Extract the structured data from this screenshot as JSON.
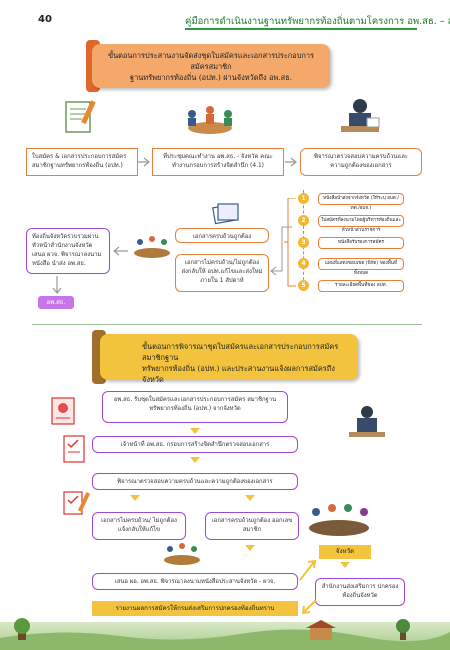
{
  "header": {
    "page_number": "40",
    "title": "คู่มือการดำเนินงานฐานทรัพยากรท้องถิ่นตามโครงการ อพ.สธ. – สถ."
  },
  "section1": {
    "banner_line1": "ขั้นตอนการประสานงานจัดส่งชุดใบสมัครและเอกสารประกอบการสมัครสมาชิก",
    "banner_line2": "ฐานทรัพยากรท้องถิ่น (อปท.) ผ่านจังหวัดถึง อพ.สธ.",
    "box1": "ใบสมัคร & เอกสารประกอบการสมัคร สมาชิกฐานทรัพยากรท้องถิ่น (อปท.)",
    "box2": "ที่ประชุมคณะทำงาน อพ.สธ. - จังหวัด คณะทำงานกรอบการสร้างจิตสำนึก (4.1)",
    "box3": "พิจารณาตรวจสอบความครบถ้วนและ ความถูกต้องของเอกสาร",
    "box_left": "ท้องถิ่นจังหวัดรวบรวมผ่าน หัวหน้าสำนักงานจังหวัด เสนอ ผวจ. พิจารณาลงนามหนังสือ นำส่ง อพ.สธ.",
    "box_complete": "เอกสารครบถ้วนถูกต้อง",
    "box_incomplete": "เอกสารไม่ครบถ้วน/ไม่ถูกต้อง ส่งกลับให้ อปท.แก้ไขและส่งใหม่ภายใน 1 สัปดาห์",
    "pill": "อพ.สธ.",
    "steps": [
      {
        "num": "1",
        "label": "หนังสือนำส่งจากจังหวัด (ให้ระบุ อบต./ทต./อบจ.)"
      },
      {
        "num": "2",
        "label": "ใบสมัครที่ลงนามโดยผู้บริหารท้องถิ่นและหัวหน้าส่วนราชการ"
      },
      {
        "num": "3",
        "label": "หนังสือรับรองการสมัคร"
      },
      {
        "num": "4",
        "label": "แผนที่แสดงขอบเขต (พิกัด) ของพื้นที่ทั้งหมด"
      },
      {
        "num": "5",
        "label": "รายละเอียดพื้นที่ของ อปท."
      }
    ]
  },
  "section2": {
    "banner_line1": "ขั้นตอนการพิจารณาชุดใบสมัครและเอกสารประกอบการสมัครสมาชิกฐาน",
    "banner_line2": "ทรัพยากรท้องถิ่น (อปท.) และประสานงานแจ้งผลการสมัครถึงจังหวัด",
    "box1": "อพ.สธ. รับชุดใบสมัครและเอกสารประกอบการสมัคร สมาชิกฐานทรัพยากรท้องถิ่น (อปท.) จากจังหวัด",
    "box2": "เจ้าหน้าที่ อพ.สธ. กรอบการสร้างจิตสำนึกตรวจสอบเอกสาร",
    "box3": "พิจารณาตรวจสอบความครบถ้วนและความถูกต้องของเอกสาร",
    "box_incomplete": "เอกสารไม่ครบถ้วน/ ไม่ถูกต้องแจ้งกลับให้แก้ไข",
    "box_complete": "เอกสารครบถ้วนถูกต้อง ออกเลขสมาชิก",
    "box_final": "เสนอ ผอ. อพ.สธ. พิจารณาลงนามหนังสือประสานจังหวัด - ผวจ.",
    "province": "จังหวัด",
    "provincial_office": "สำนักงานส่งเสริมการ ปกครองท้องถิ่นจังหวัด",
    "bottom_bar": "รายงานผลการสมัครให้กรมส่งเสริมการปกครองท้องถิ่นทราบ"
  }
}
